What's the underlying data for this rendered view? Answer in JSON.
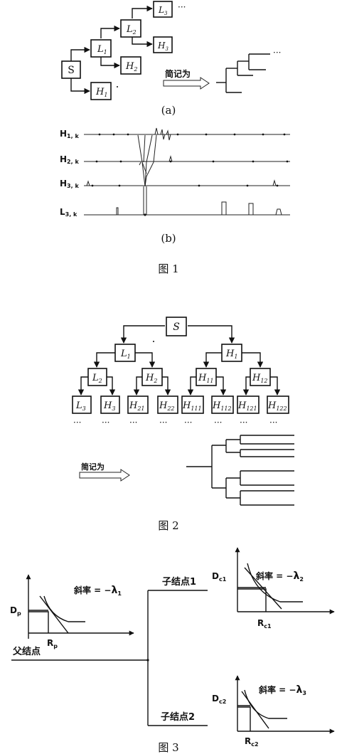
{
  "fig1": {
    "a": {
      "nodes": {
        "s": "S",
        "l1": "L",
        "l1_sub": "1",
        "l2": "L",
        "l2_sub": "2",
        "l3": "L",
        "l3_sub": "3",
        "h1": "H",
        "h1_sub": "1",
        "h2": "H",
        "h2_sub": "2",
        "h3": "H",
        "h3_sub": "3"
      },
      "ellipsis": "···",
      "short_label": "简记为",
      "tree_ellipsis": "···"
    },
    "caption_a": "(a)",
    "b": {
      "rows": [
        {
          "main": "H",
          "sub": "1, k"
        },
        {
          "main": "H",
          "sub": "2, k"
        },
        {
          "main": "H",
          "sub": "3, k"
        },
        {
          "main": "L",
          "sub": "3, k"
        }
      ]
    },
    "caption_b": "(b)",
    "title": "图 1"
  },
  "fig2": {
    "nodes": {
      "s": "S",
      "l1": "L",
      "l1_sub": "1",
      "h1": "H",
      "h1_sub": "1",
      "l2": "L",
      "l2_sub": "2",
      "h2": "H",
      "h2_sub": "2",
      "h11": "H",
      "h11_sub": "11",
      "h12": "H",
      "h12_sub": "12",
      "l3": "L",
      "l3_sub": "3",
      "h3": "H",
      "h3_sub": "3",
      "h21": "H",
      "h21_sub": "21",
      "h22": "H",
      "h22_sub": "22",
      "h111": "H",
      "h111_sub": "111",
      "h112": "H",
      "h112_sub": "112",
      "h121": "H",
      "h121_sub": "121",
      "h122": "H",
      "h122_sub": "122"
    },
    "dots": "···",
    "short_label": "简记为",
    "title": "图 2"
  },
  "fig3": {
    "parent_label": "父结点",
    "child1_label": "子结点1",
    "child2_label": "子结点2",
    "slope_prefix": "斜率 = −",
    "lambda": "λ",
    "slope_subs": [
      "1",
      "2",
      "3"
    ],
    "dp_main": "D",
    "dp_sub": "p",
    "rp_main": "R",
    "rp_sub": "p",
    "dc1_main": "D",
    "dc1_sub": "c1",
    "rc1_main": "R",
    "rc1_sub": "c1",
    "dc2_main": "D",
    "dc2_sub": "c2",
    "rc2_main": "R",
    "rc2_sub": "c2",
    "title": "图 3"
  }
}
